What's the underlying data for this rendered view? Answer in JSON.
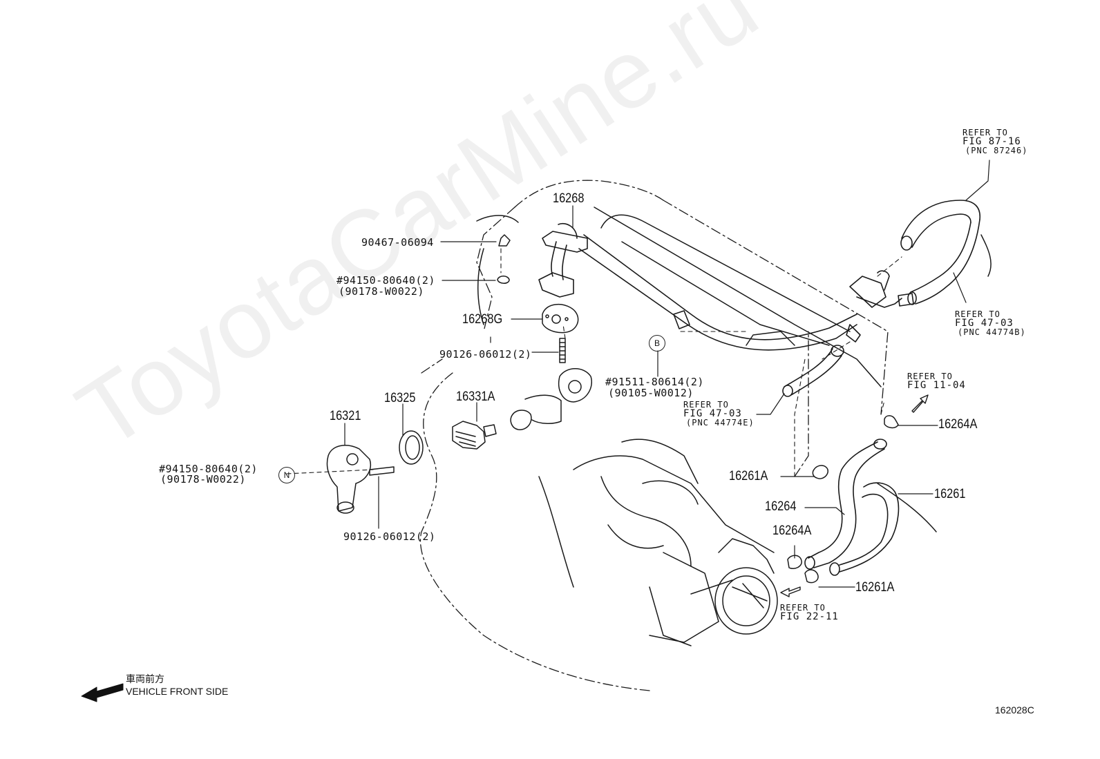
{
  "watermark": "ToyotaCarMine.ru",
  "drawing_code": "162028C",
  "front": {
    "jp": "車両前方",
    "en": "VEHICLE FRONT SIDE"
  },
  "labels": {
    "p90467": "90467-06094",
    "p94150_top": "#94150-80640(2)",
    "p90178_top": "(90178-W0022)",
    "p16268": "16268",
    "p16268G": "16268G",
    "p90126_top": "90126-06012(2)",
    "p91511": "#91511-80614(2)",
    "p90105": "(90105-W0012)",
    "p16325": "16325",
    "p16331A": "16331A",
    "p16321": "16321",
    "p94150_left": "#94150-80640(2)",
    "p90178_left": "(90178-W0022)",
    "p90126_bottom": "90126-06012(2)",
    "p16264A_top": "16264A",
    "p16261A_mid": "16261A",
    "p16261": "16261",
    "p16264": "16264",
    "p16264A_bottom": "16264A",
    "p16261A_bottom": "16261A"
  },
  "refs": {
    "r8716": {
      "line1": "REFER TO",
      "line2": "FIG 87-16",
      "line3": "(PNC 87246)"
    },
    "r4703b": {
      "line1": "REFER TO",
      "line2": "FIG 47-03",
      "line3": "(PNC 44774B)"
    },
    "r1104": {
      "line1": "REFER TO",
      "line2": "FIG 11-04"
    },
    "r4703e": {
      "line1": "REFER TO",
      "line2": "FIG 47-03",
      "line3": "(PNC 44774E)"
    },
    "r2211": {
      "line1": "REFER TO",
      "line2": "FIG 22-11"
    }
  },
  "markers": {
    "B": "B",
    "N": "N"
  }
}
